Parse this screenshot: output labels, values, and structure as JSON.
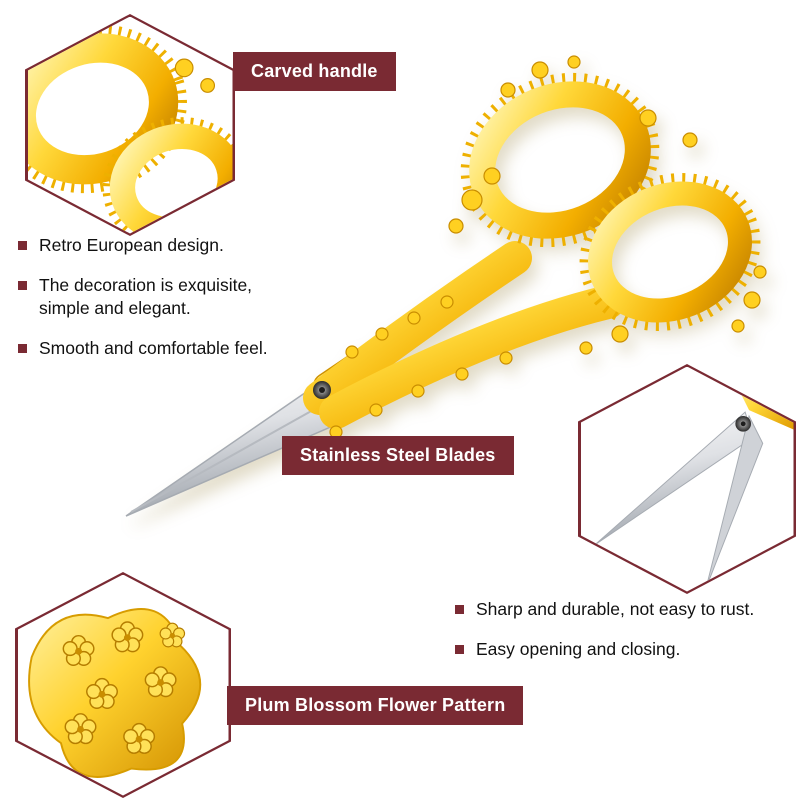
{
  "colors": {
    "accent": "#7a2a33",
    "label_text": "#ffffff",
    "gold": "#ffd42e",
    "gold_dark": "#c07f00",
    "steel": "#d9dbdf",
    "background": "#ffffff",
    "body_text": "#111111"
  },
  "callouts": {
    "carved_handle": "Carved handle",
    "stainless_blades": "Stainless Steel Blades",
    "plum_pattern": "Plum Blossom Flower Pattern"
  },
  "features_left": {
    "items": [
      "Retro European design.",
      "The decoration is exquisite, simple and elegant.",
      "Smooth and comfortable feel."
    ]
  },
  "features_right": {
    "items": [
      "Sharp and durable, not easy to rust.",
      "Easy opening and closing."
    ]
  }
}
